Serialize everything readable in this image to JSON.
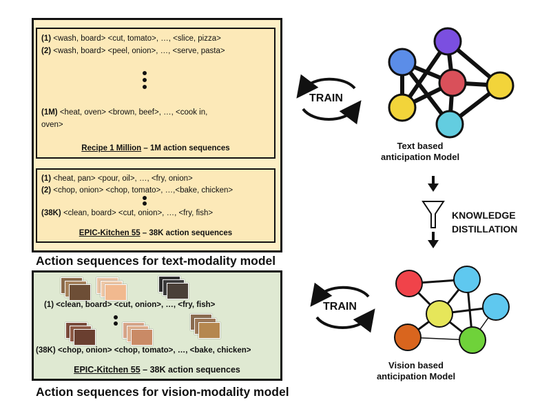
{
  "text_modality": {
    "recipe_lines": [
      {
        "idx": "(1)",
        "text": " <wash, board>  <cut, tomato>, …, <slice, pizza>"
      },
      {
        "idx": "(2)",
        "text": " <wash, board>  <peel, onion>, …, <serve, pasta>"
      },
      {
        "idx": "(1M)",
        "text": " <heat, oven>  <brown, beef>, …, <cook in,"
      },
      {
        "idx": "",
        "text": "oven>"
      }
    ],
    "recipe_caption_name": "Recipe 1 Million",
    "recipe_caption_rest": " – 1M action sequences",
    "epic_lines": [
      {
        "idx": "(1)",
        "text": "  <heat, pan>  <pour, oil>, …, <fry, onion>"
      },
      {
        "idx": "(2)",
        "text": "  <chop, onion>  <chop, tomato>, …,<bake, chicken>"
      },
      {
        "idx": "(38K)",
        "text": " <clean, board>  <cut, onion>, …, <fry, fish>"
      }
    ],
    "epic_caption_name": "EPIC-Kitchen 55",
    "epic_caption_rest": " – 38K action sequences",
    "title": "Action sequences for text-modality model"
  },
  "vision_modality": {
    "line1": "(1) <clean, board>  <cut, onion>, …, <fry, fish>",
    "line2_idx": "(38K)",
    "line2_a": "<chop, onion>",
    "line2_b": "<chop, tomato>, …, <bake, chicken>",
    "caption_name": "EPIC-Kitchen 55",
    "caption_rest": " – 38K action sequences",
    "title": "Action sequences for vision-modality model"
  },
  "right": {
    "train_top": "TRAIN",
    "train_bottom": "TRAIN",
    "text_model_line1": "Text based",
    "text_model_line2": "anticipation Model",
    "kd_line1": "KNOWLEDGE",
    "kd_line2": "DISTILLATION",
    "vision_model_line1": "Vision based",
    "vision_model_line2": "anticipation Model"
  },
  "colors": {
    "text_box_bg": "#fdefc6",
    "vision_box_bg": "#dfe9d2",
    "node_blue": "#5b8de8",
    "node_purple": "#7b4fe0",
    "node_red": "#d9505a",
    "node_yellow": "#f2d43a",
    "node_cyan": "#63cde0",
    "node_orange": "#d9651e",
    "node_green": "#6fd23a",
    "node_yellowgreen": "#e6e65a",
    "node_lightblue": "#5fc8ef",
    "node_brightred": "#f0434a"
  }
}
